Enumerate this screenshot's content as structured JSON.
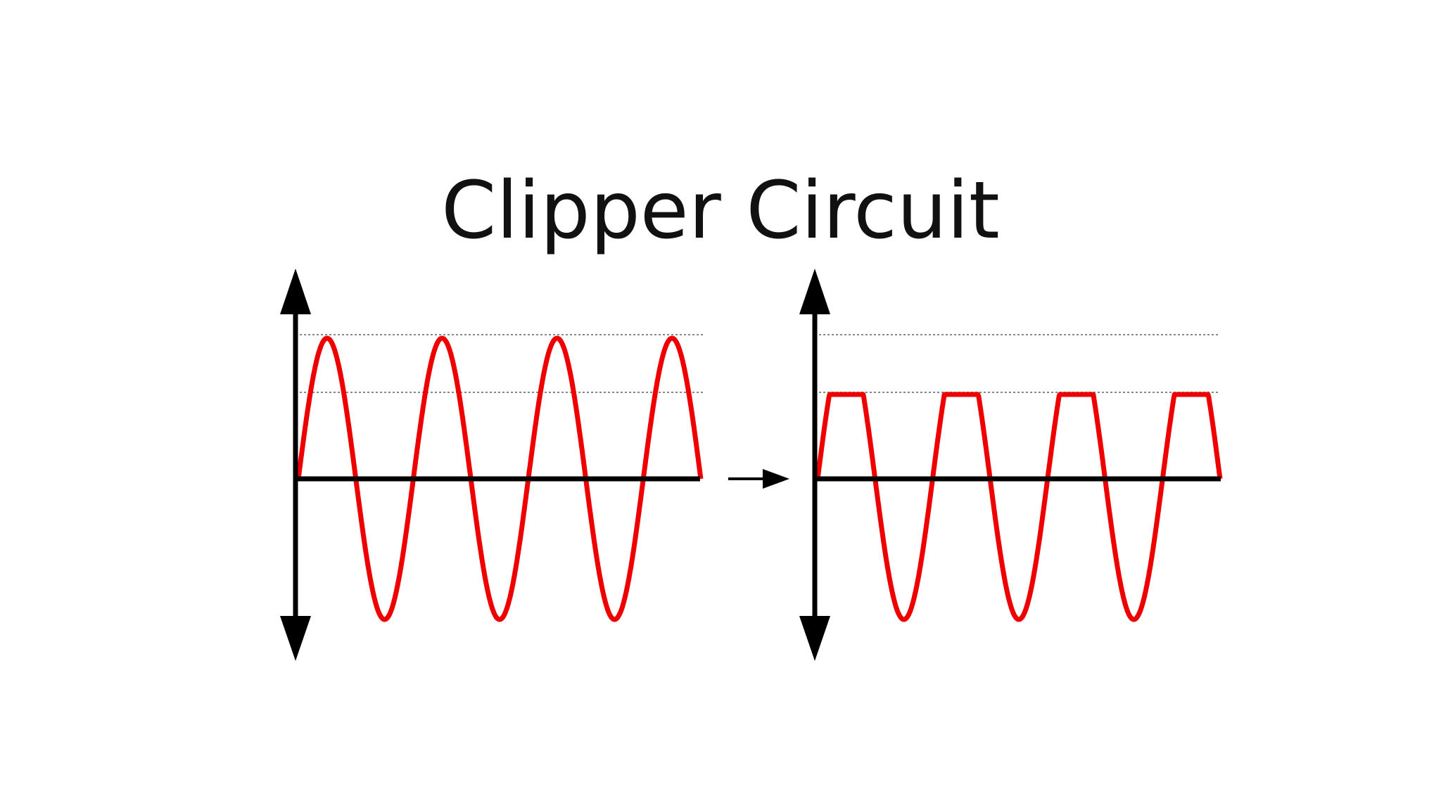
{
  "slide": {
    "title": "Clipper Circuit"
  },
  "diagram": {
    "waveform_color": "#ee0000",
    "axis_color": "#000000",
    "guide_line_color": "#888888",
    "input_wave": {
      "shape": "sine",
      "cycles": 3.5,
      "peak_level": 1.0
    },
    "output_wave": {
      "shape": "sine-clipped-positive",
      "cycles": 3.5,
      "clip_level": 0.6
    },
    "transform_arrow": "right-arrow-icon"
  }
}
